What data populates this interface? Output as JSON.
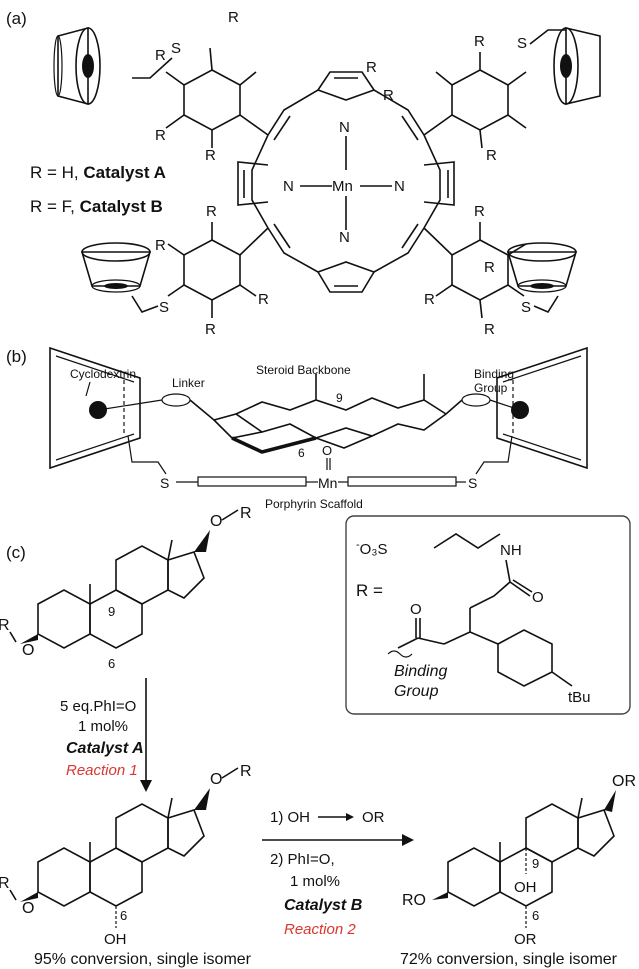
{
  "panels": {
    "a": "(a)",
    "b": "(b)",
    "c": "(c)"
  },
  "panel_a": {
    "r_label": "R",
    "s_label": "S",
    "n_label": "N",
    "mn_label": "Mn",
    "legend_a_prefix": "R = H, ",
    "legend_a_name": "Catalyst A",
    "legend_b_prefix": "R = F, ",
    "legend_b_name": "Catalyst B"
  },
  "panel_b": {
    "cyclodextrin": "Cyclodextrin",
    "linker": "Linker",
    "steroid_backbone": "Steroid Backbone",
    "binding_group_line1": "Binding",
    "binding_group_line2": "Group",
    "pos9": "9",
    "pos6": "6",
    "mn": "Mn",
    "oxo": "O",
    "s": "S",
    "porphyrin_scaffold": "Porphyrin Scaffold"
  },
  "panel_c": {
    "or_r": "R",
    "o": "O",
    "pos9": "9",
    "pos6": "6",
    "oh": "OH",
    "or": "OR",
    "ro": "RO",
    "box_sulfonate": "O₃S",
    "box_sulfonate_charge": "-",
    "box_nh": "NH",
    "box_r_eq": "R =",
    "box_o": "O",
    "box_binding_line1": "Binding",
    "box_binding_line2": "Group",
    "box_tbu": "tBu",
    "step1_line1": "5 eq.PhI=O",
    "step1_line2": "1 mol%",
    "step1_catalyst": "Catalyst A",
    "step1_reaction": "Reaction 1",
    "step2_line1a": "1) OH",
    "step2_line1b": "OR",
    "step2_line2": "2) PhI=O,",
    "step2_line3": "1 mol%",
    "step2_catalyst": "Catalyst B",
    "step2_reaction": "Reaction 2",
    "result1": "95% conversion, single isomer",
    "result2": "72% conversion, single isomer"
  },
  "colors": {
    "ink": "#111111",
    "reaction_label": "#d9362f"
  }
}
